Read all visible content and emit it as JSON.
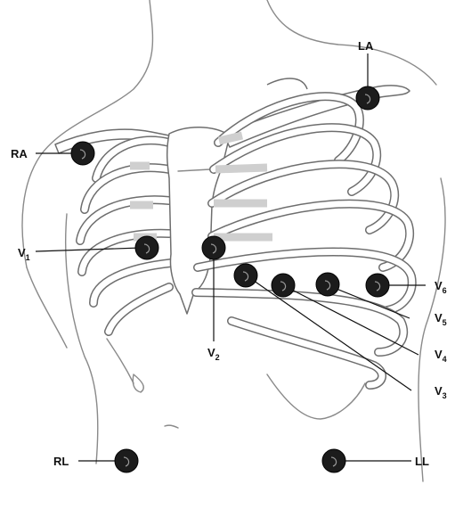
{
  "labels": {
    "la": "LA",
    "ra": "RA",
    "rl": "RL",
    "ll": "LL",
    "v1": {
      "main": "V",
      "sub": "1"
    },
    "v2": {
      "main": "V",
      "sub": "2"
    },
    "v3": {
      "main": "V",
      "sub": "3"
    },
    "v4": {
      "main": "V",
      "sub": "4"
    },
    "v5": {
      "main": "V",
      "sub": "5"
    },
    "v6": {
      "main": "V",
      "sub": "6"
    }
  },
  "colors": {
    "electrode": "#1c1c1c",
    "bone_outline": "#6e6e6e",
    "cartilage": "#cfcfcf",
    "body_outline": "#8a8a8a"
  }
}
